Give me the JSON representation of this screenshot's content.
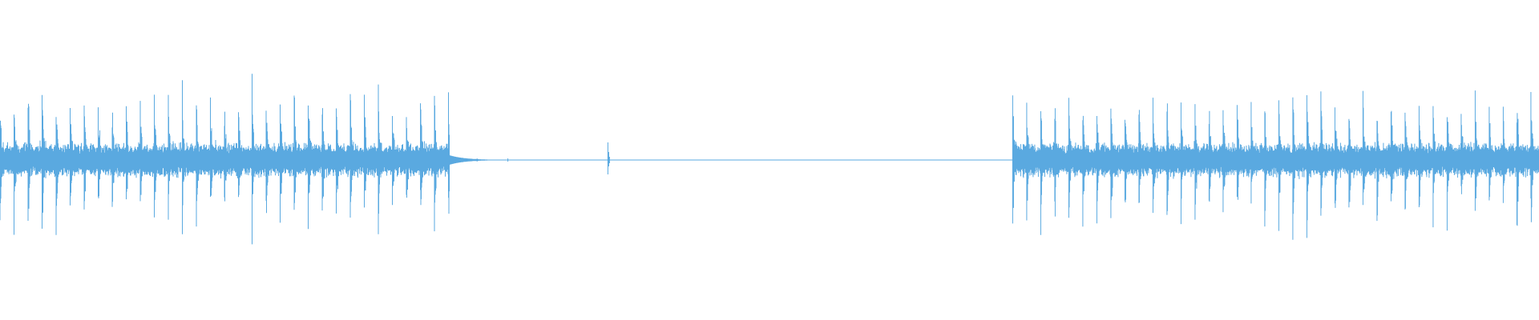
{
  "waveform": {
    "color": "#5aa9e0",
    "background": "#ffffff",
    "segments": [
      {
        "kind": "active",
        "start": 0.0,
        "end": 0.292,
        "seed": 11
      },
      {
        "kind": "silence",
        "start": 0.292,
        "end": 0.658
      },
      {
        "kind": "click",
        "start": 0.395,
        "end": 0.398
      },
      {
        "kind": "active",
        "start": 0.658,
        "end": 1.0,
        "seed": 29
      }
    ],
    "burst_period": 0.0091,
    "peak_level": 0.9
  }
}
